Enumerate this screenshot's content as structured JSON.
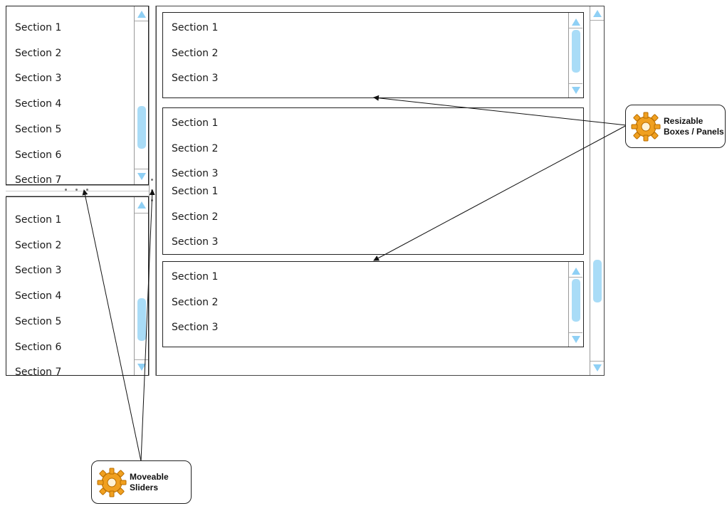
{
  "left_top_list": [
    "Section 1",
    "Section 2",
    "Section 3",
    "Section 4",
    "Section 5",
    "Section 6",
    "Section 7"
  ],
  "left_bottom_list": [
    "Section 1",
    "Section 2",
    "Section 3",
    "Section 4",
    "Section 5",
    "Section 6",
    "Section 7"
  ],
  "panel_top": [
    "Section 1",
    "Section 2",
    "Section 3"
  ],
  "panel_middle": [
    "Section 1",
    "Section 2",
    "Section 3",
    "Section 1",
    "Section 2",
    "Section 3"
  ],
  "panel_bottom": [
    "Section 1",
    "Section 2",
    "Section 3"
  ],
  "callouts": {
    "resizable": "Resizable Boxes / Panels",
    "resizable_line1": "Resizable",
    "resizable_line2": "Boxes / Panels",
    "sliders_line1": "Moveable",
    "sliders_line2": "Sliders"
  },
  "colors": {
    "scroll_accent": "#8fd0f5",
    "scroll_thumb": "#a9dcf7",
    "gear": "#f0a020"
  },
  "icons": [
    "gear-icon"
  ]
}
